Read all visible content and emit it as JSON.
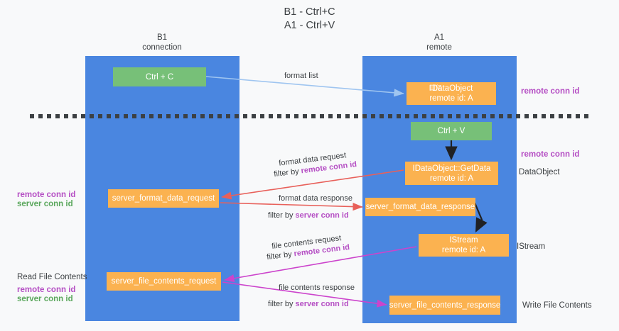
{
  "title": {
    "line1": "B1 - Ctrl+C",
    "line2": "A1 - Ctrl+V"
  },
  "lanes": [
    {
      "id": "b1",
      "name": "B1",
      "subtitle": "connection",
      "color": "#4a86e0"
    },
    {
      "id": "a1",
      "name": "A1",
      "subtitle": "remote",
      "color": "#4a86e0"
    }
  ],
  "nodes": {
    "ctrl_c": {
      "label": "Ctrl + C",
      "color": "#77c078"
    },
    "idataobject": {
      "line1": "IDataObject",
      "line2": "remote id: A",
      "color": "#fbb250"
    },
    "ctrl_v": {
      "label": "Ctrl + V",
      "color": "#77c078"
    },
    "getdata": {
      "line1": "IDataObject::GetData",
      "line2": "remote id: A",
      "color": "#fbb250"
    },
    "server_format_data_request": {
      "label": "server_format_data_request",
      "color": "#fbb250"
    },
    "server_format_data_response": {
      "label": "server_format_data_response",
      "color": "#fbb250"
    },
    "istream": {
      "line1": "IStream",
      "line2": "remote id: A",
      "color": "#fbb250"
    },
    "server_file_contents_request": {
      "label": "server_file_contents_request",
      "color": "#fbb250"
    },
    "server_file_contents_response": {
      "label": "server_file_contents_response",
      "color": "#fbb250"
    }
  },
  "edges": {
    "format_list": "format list",
    "format_data_request": "format data request",
    "format_data_request_filter_prefix": "filter by ",
    "format_data_request_filter_key": "remote conn id",
    "format_data_response": "format data response",
    "format_data_response_filter_prefix": "filter by ",
    "format_data_response_filter_key": "server conn id",
    "file_contents_request": "file contents request",
    "file_contents_request_filter_prefix": "filter by ",
    "file_contents_request_filter_key": "remote conn id",
    "file_contents_response": "file contents response",
    "file_contents_response_filter_prefix": "filter by ",
    "file_contents_response_filter_key": "server conn id"
  },
  "annotations": {
    "right_remote_conn_id_top": "remote conn id",
    "right_remote_conn_id_mid": "remote conn id",
    "dataobject": "DataObject",
    "istream": "IStream",
    "write_file_contents": "Write File Contents",
    "read_file_contents": "Read File Contents",
    "left_remote_conn_id_mid": "remote conn id",
    "left_server_conn_id_mid": "server conn id",
    "left_remote_conn_id_bottom": "remote conn id",
    "left_server_conn_id_bottom": "server conn id"
  },
  "colors": {
    "lane": "#4a86e0",
    "green_node": "#77c078",
    "orange_node": "#fbb250",
    "remote_accent": "#b54fc4",
    "server_accent": "#5aa75c",
    "arrow_blue": "#9fc5f0",
    "arrow_red": "#e8605a",
    "arrow_magenta": "#cc44cc",
    "arrow_black": "#202124",
    "background": "#f8f9fa"
  }
}
